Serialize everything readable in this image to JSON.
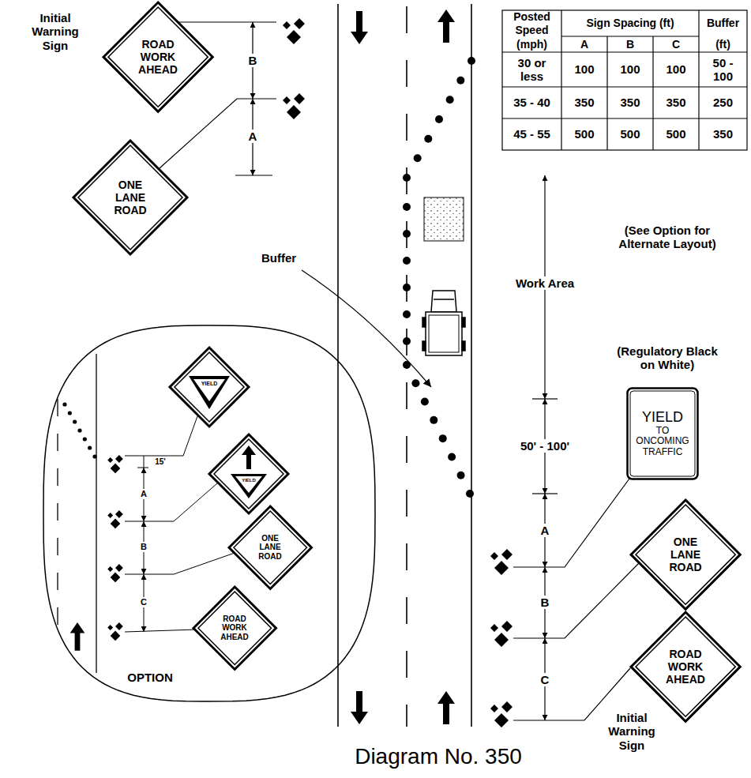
{
  "diagram": {
    "caption": "Diagram No. 350",
    "nodes": [
      {
        "text": [
          "ROAD WORK AHEAD"
        ]
      },
      {
        "text": [
          "ONE LANE ROAD"
        ]
      },
      {
        "text": [
          "OPTION"
        ]
      },
      {
        "text": [
          "YIELD"
        ],
        "in": 2
      },
      {
        "text": [
          "YIELD"
        ],
        "in": 2
      },
      {
        "text": [
          "ONE LANE ROAD"
        ],
        "in": 2
      },
      {
        "text": [
          "ROAD WORK AHEAD"
        ],
        "in": 2
      },
      {
        "text": [
          "YIELD",
          "TO ONCOMING TRAFFIC"
        ]
      },
      {
        "text": [
          "ONE LANE ROAD"
        ]
      },
      {
        "text": [
          "ROAD WORK AHEAD"
        ]
      }
    ],
    "labels": [
      "Initial Warning Sign",
      "B",
      "A",
      "Posted Speed",
      "Sign Spacing (ft)",
      "Buffer",
      "(mph)",
      "A",
      "B",
      "C",
      "(ft)",
      "30 or less",
      "100",
      "100",
      "100",
      "50 - 100",
      "35 - 40",
      "350",
      "350",
      "350",
      "250",
      "45 - 55",
      "500",
      "500",
      "500",
      "350",
      "(See Option for Alternate Layout)",
      "Buffer",
      "Work Area",
      "(Regulatory Black on White)",
      "50' - 100'",
      "15'",
      "A",
      "B",
      "C",
      "A",
      "B",
      "C",
      "Initial Warning Sign"
    ]
  }
}
